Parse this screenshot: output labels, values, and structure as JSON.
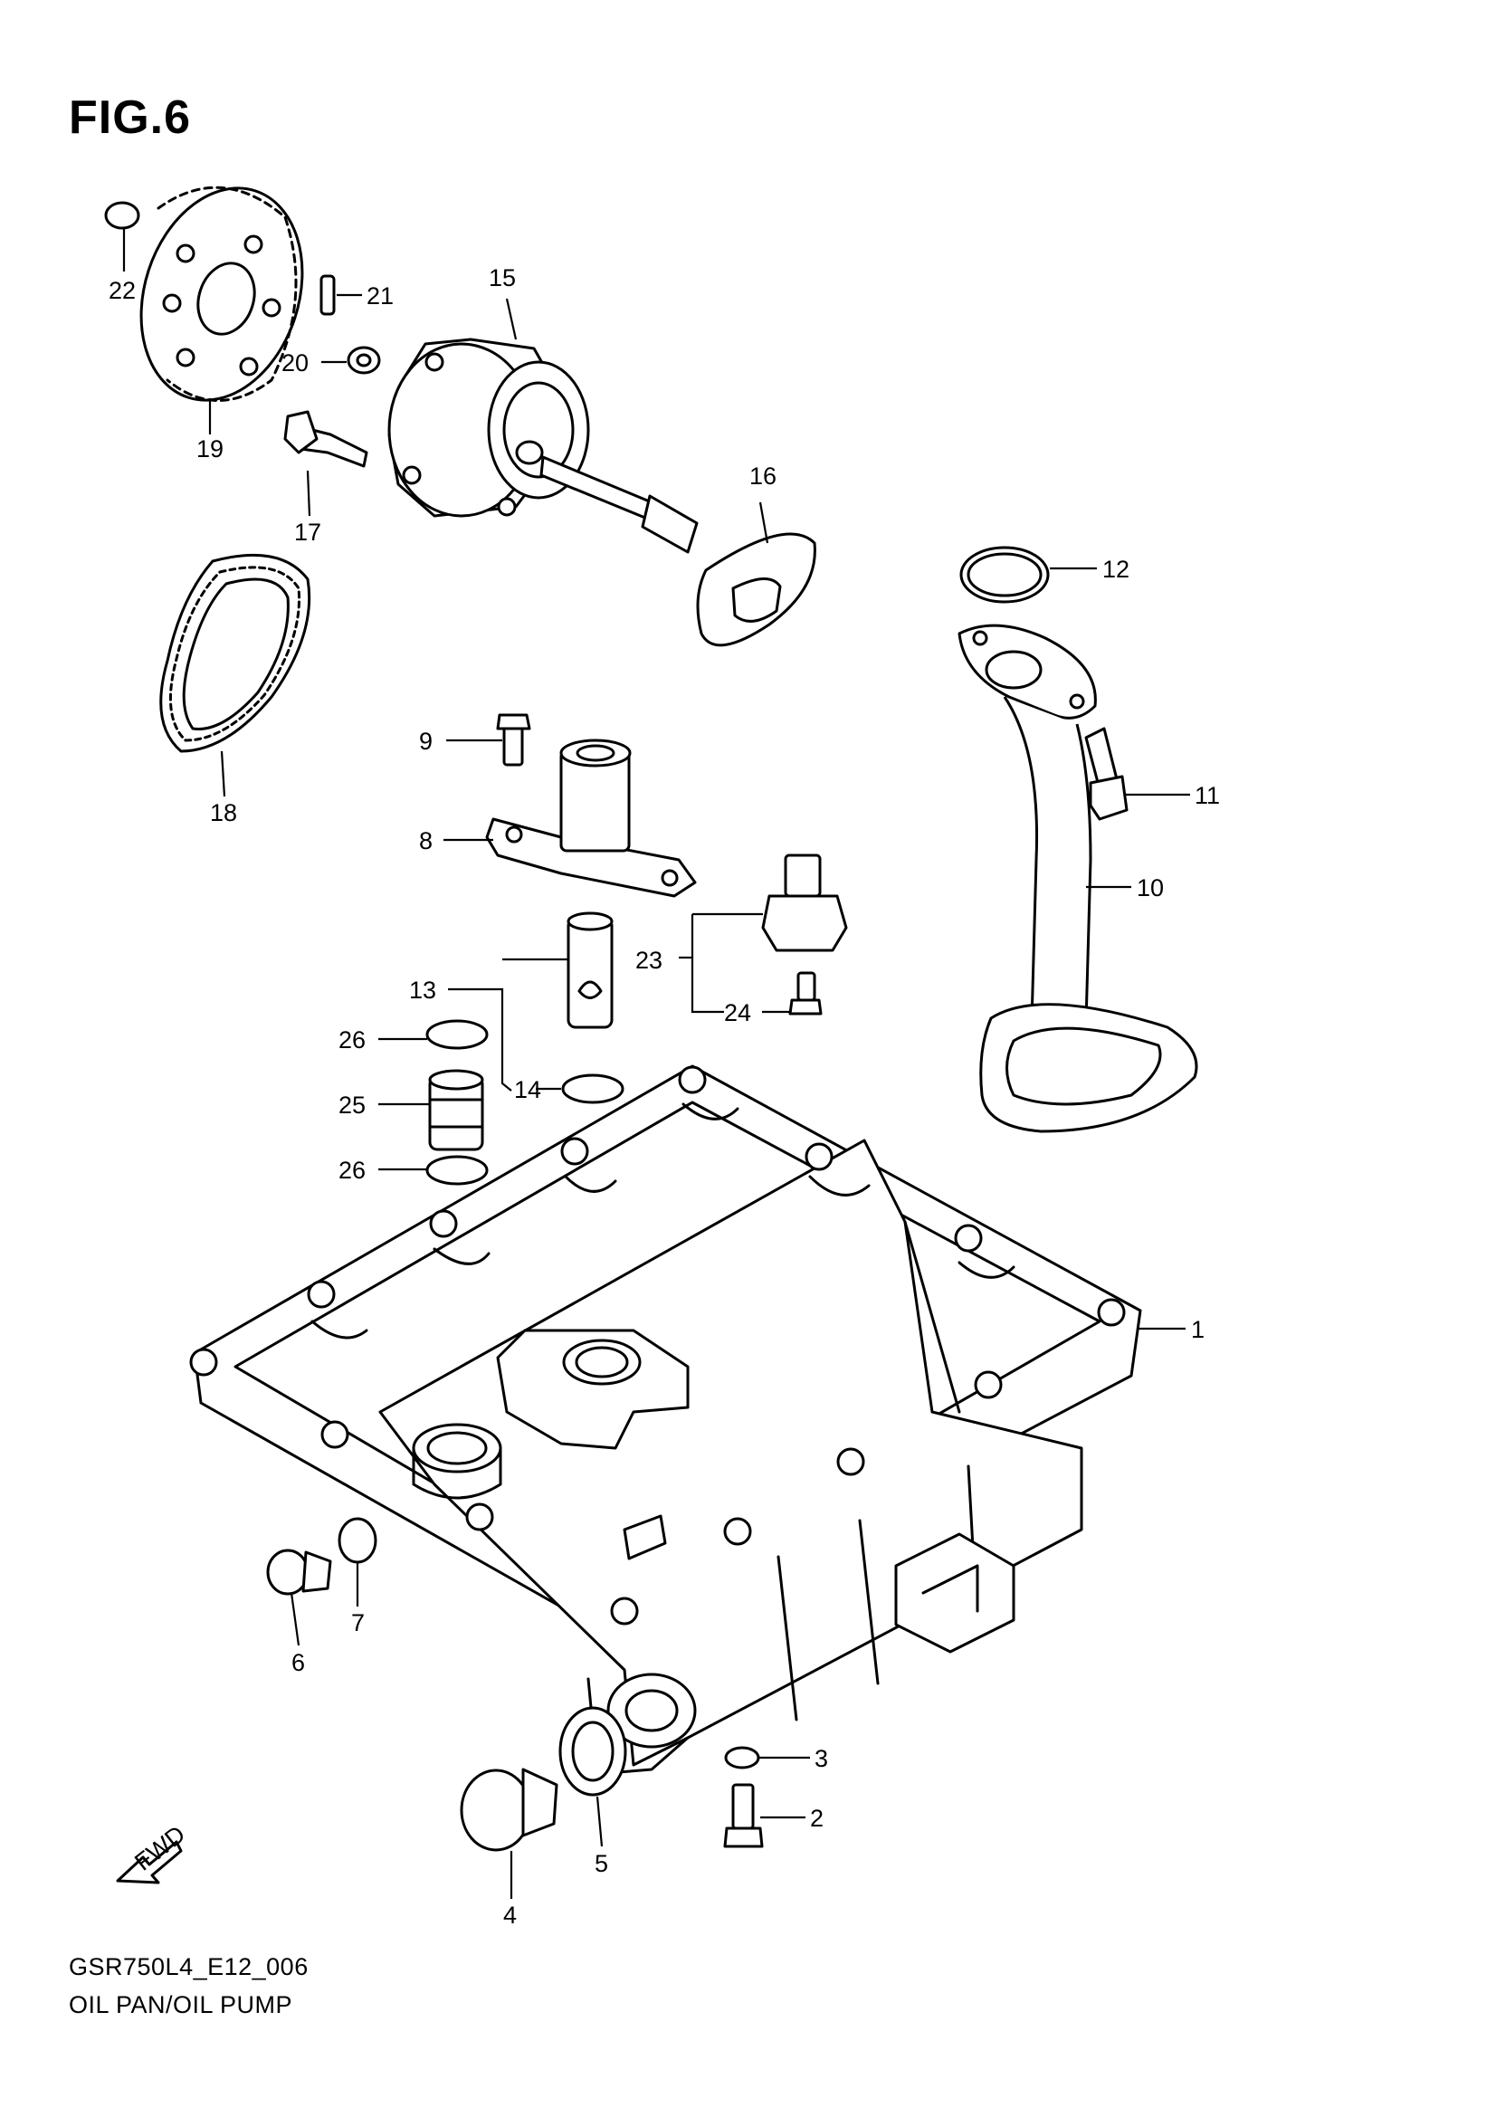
{
  "figure": {
    "title": "FIG.6",
    "drawing_code": "GSR750L4_E12_006",
    "caption": "OIL PAN/OIL PUMP"
  },
  "direction_badge": "FWD",
  "callouts": [
    "1",
    "2",
    "3",
    "4",
    "5",
    "6",
    "7",
    "8",
    "9",
    "10",
    "11",
    "12",
    "13",
    "14",
    "15",
    "16",
    "17",
    "18",
    "19",
    "20",
    "21",
    "22",
    "23",
    "24",
    "25",
    "26",
    "26"
  ]
}
